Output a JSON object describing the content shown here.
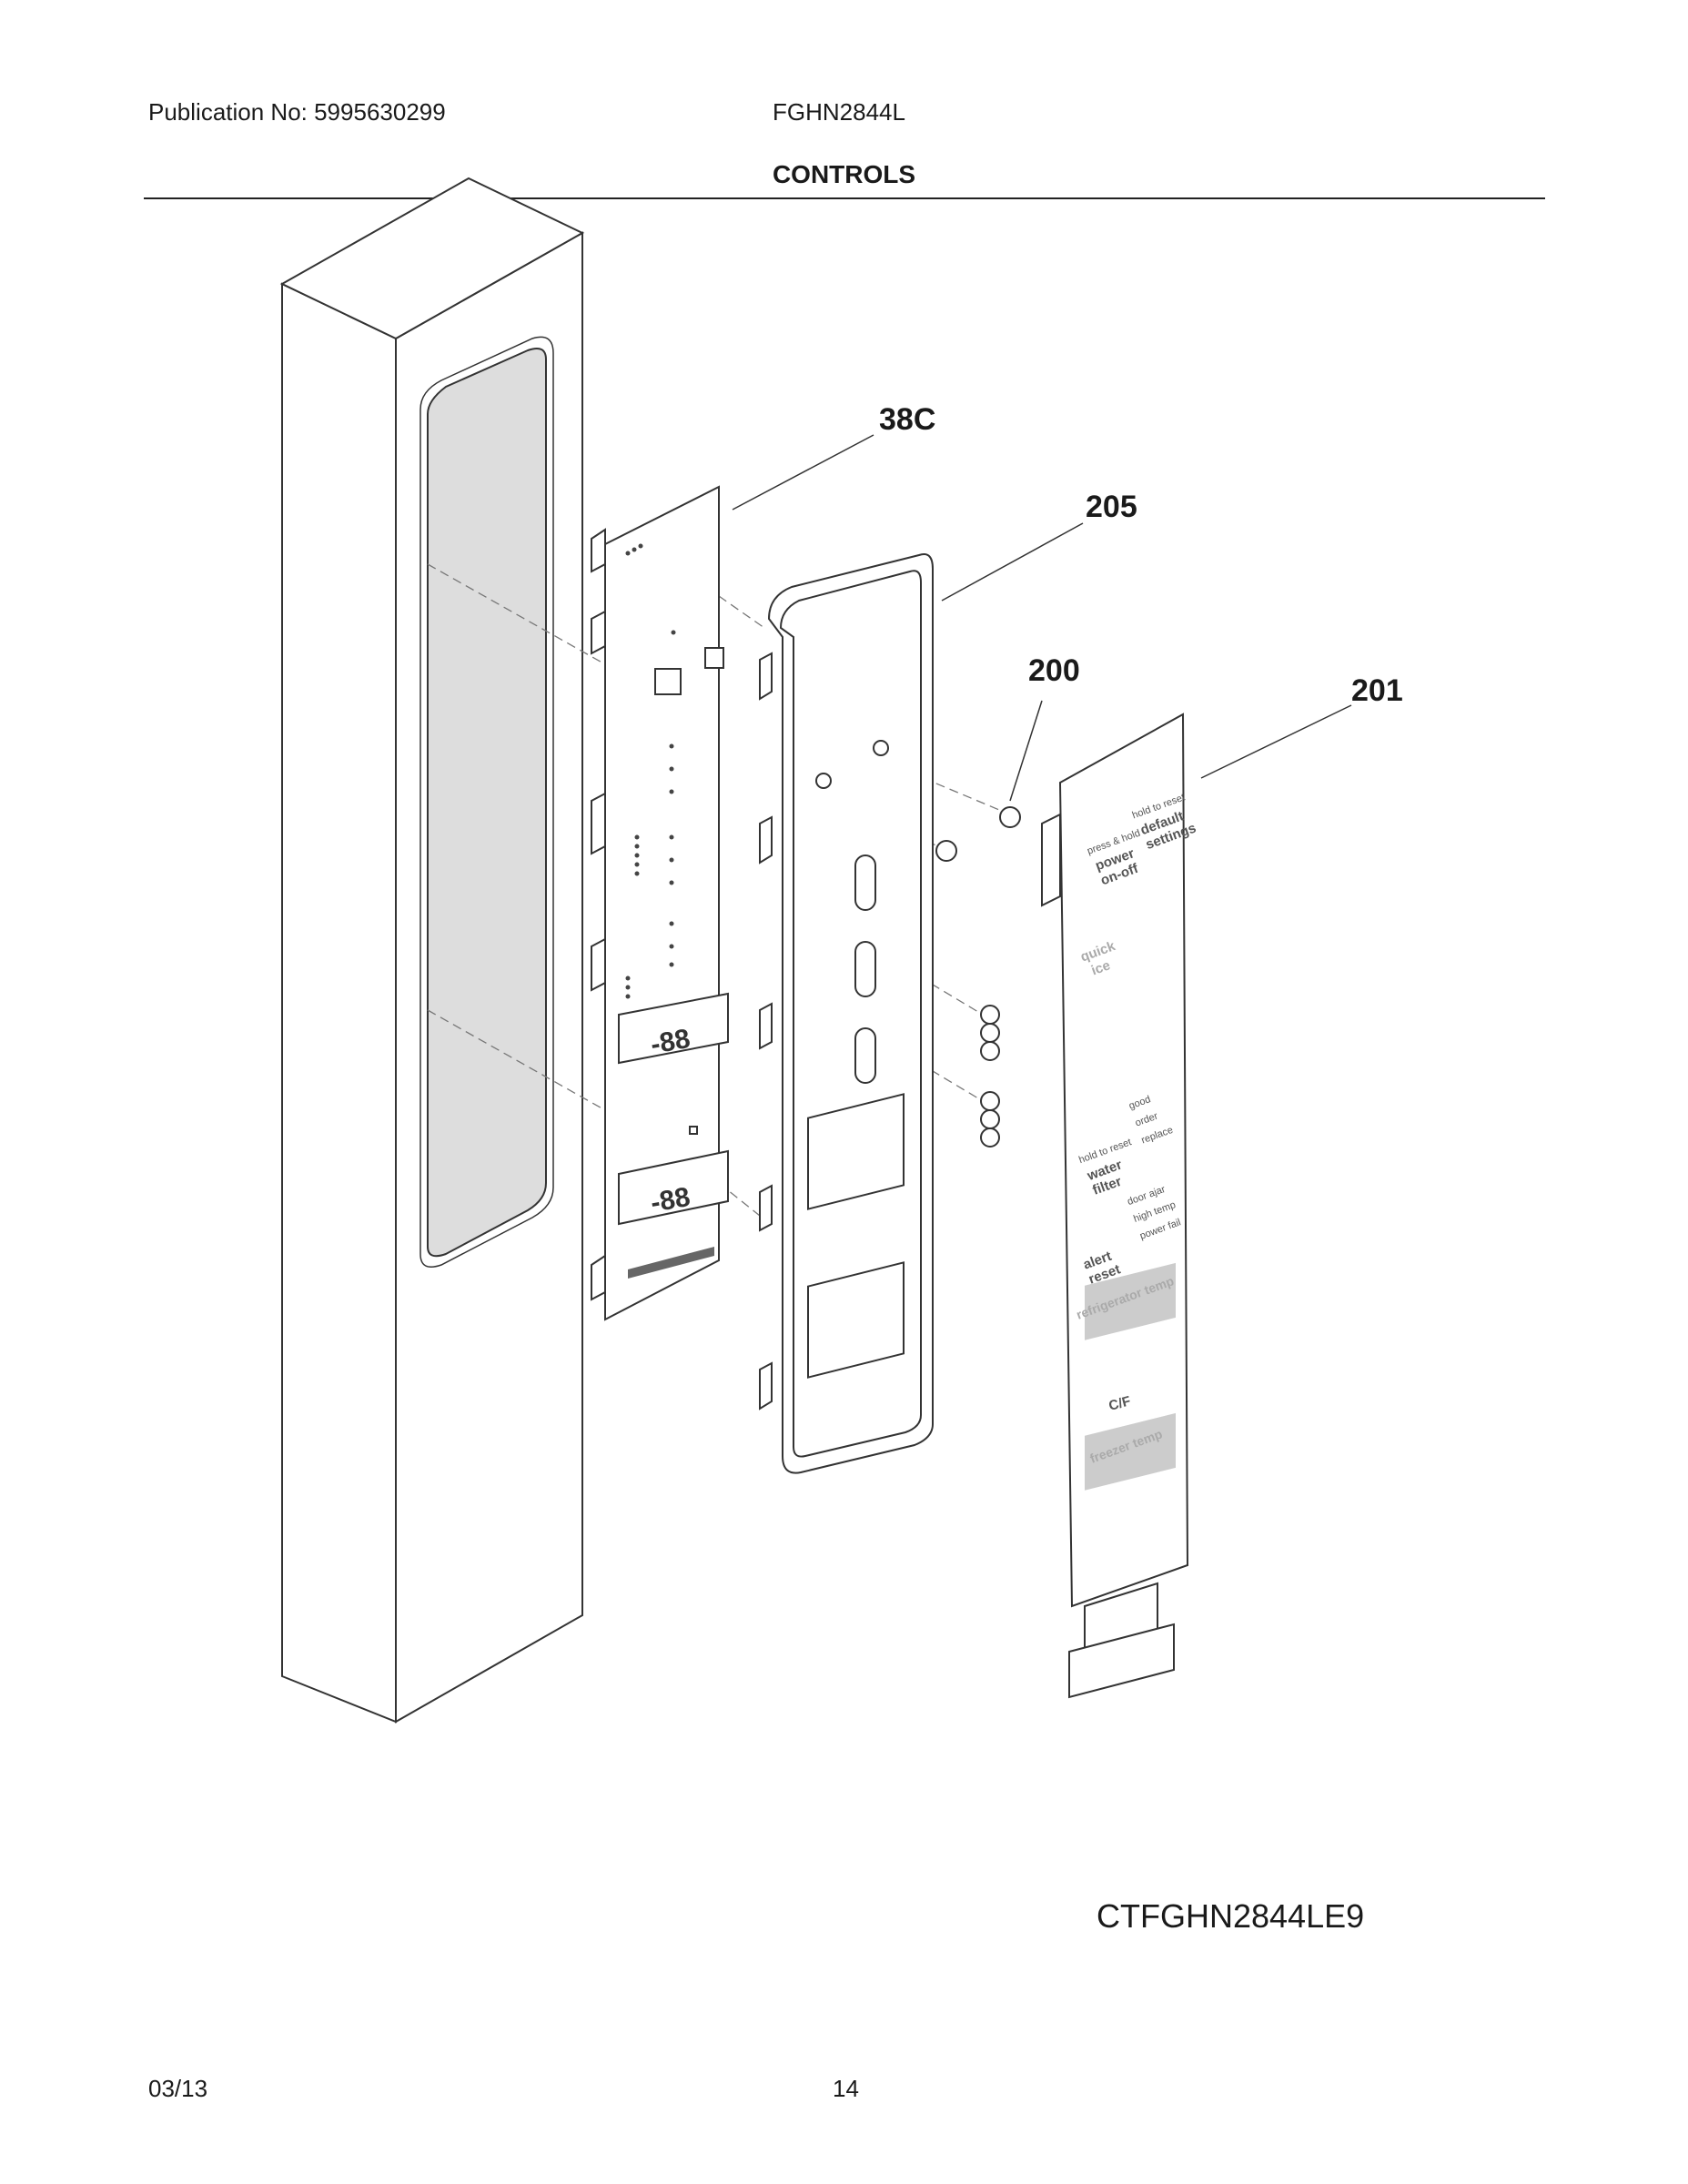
{
  "header": {
    "publication": "Publication No: 5995630299",
    "model": "FGHN2844L",
    "section_title": "CONTROLS"
  },
  "callouts": [
    "38C",
    "205",
    "200",
    "201"
  ],
  "overlay": {
    "press_hold": "press & hold",
    "power": "power",
    "on_off": "on-off",
    "hold_reset": "hold to reset",
    "default": "default",
    "settings": "settings",
    "quick": "quick",
    "ice": "ice",
    "hold_reset_2": "hold to reset",
    "water": "water",
    "filter": "filter",
    "good": "good",
    "order": "order",
    "replace": "replace",
    "alert": "alert",
    "reset": "reset",
    "door_ajar": "door ajar",
    "high_temp": "high temp",
    "power_fail": "power fail",
    "refrigerator_temp": "refrigerator temp",
    "cf": "C/F",
    "freezer_temp": "freezer temp"
  },
  "display_digits": "-88",
  "catalog_code": "CTFGHN2844LE9",
  "footer": {
    "date": "03/13",
    "page": "14"
  }
}
